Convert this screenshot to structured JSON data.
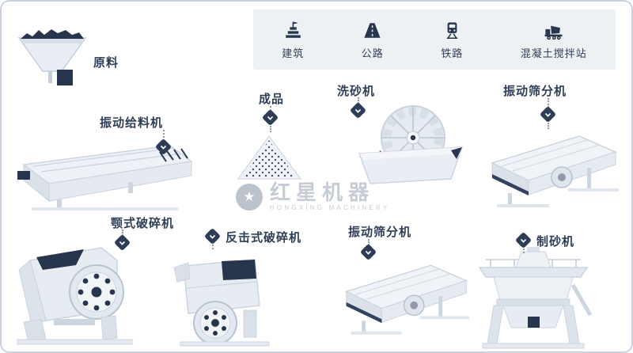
{
  "legend": {
    "items": [
      {
        "label": "建筑",
        "icon": "building-icon"
      },
      {
        "label": "公路",
        "icon": "highway-icon"
      },
      {
        "label": "铁路",
        "icon": "railway-icon"
      },
      {
        "label": "混凝土搅拌站",
        "icon": "mixer-truck-icon"
      }
    ]
  },
  "nodes": {
    "raw_material": {
      "label": "原料"
    },
    "vibrating_feeder": {
      "label": "振动给料机"
    },
    "finished_product": {
      "label": "成品"
    },
    "sand_washer": {
      "label": "洗砂机"
    },
    "vibrating_screen_top": {
      "label": "振动筛分机"
    },
    "jaw_crusher": {
      "label": "颚式破碎机"
    },
    "impact_crusher": {
      "label": "反击式破碎机"
    },
    "vibrating_screen_bottom": {
      "label": "振动筛分机"
    },
    "sand_maker": {
      "label": "制砂机"
    }
  },
  "watermark": {
    "brand": "红星机器",
    "brand_en": "HONGXING MACHINERY",
    "logo_glyph": "★"
  },
  "colors": {
    "navy": "#2e3c55",
    "machine_light": "#e9edf2",
    "panel": "#eef1f4",
    "border": "#c9d2dd"
  }
}
